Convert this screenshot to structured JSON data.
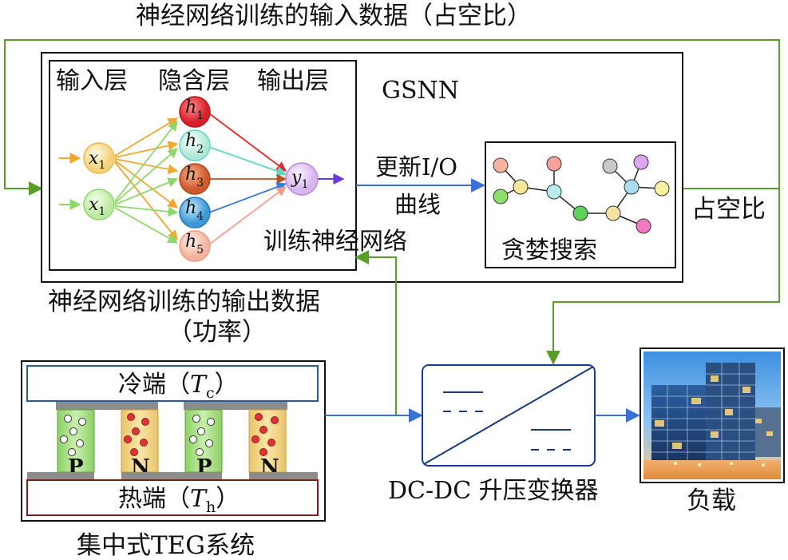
{
  "title_top": "神经网络训练的输入数据（占空比）",
  "gsnn": {
    "label": "GSNN",
    "layers": {
      "input": "输入层",
      "hidden": "隐含层",
      "output": "输出层"
    },
    "nodes": {
      "x": "x",
      "x_sub": "1",
      "h": "h",
      "h1": "1",
      "h2": "2",
      "h3": "3",
      "h4": "4",
      "h5": "5",
      "y": "y",
      "y_sub": "1"
    },
    "train_label": "训练神经网络",
    "update_line1": "更新I/O",
    "update_line2": "曲线",
    "greedy_label": "贪婪搜索"
  },
  "duty_label": "占空比",
  "output_data_line1": "神经网络训练的输出数据",
  "output_data_line2": "（功率）",
  "teg": {
    "cold_label": "冷端（",
    "cold_var": "T",
    "cold_sub": "c",
    "hot_label": "热端（",
    "hot_var": "T",
    "hot_sub": "h",
    "close_paren": "）",
    "p_label": "P",
    "n_label": "N",
    "caption": "集中式TEG系统"
  },
  "converter_label": "DC-DC 升压变换器",
  "load_label": "负载",
  "colors": {
    "green_line": "#5a9e2a",
    "blue_line": "#3a6fd8",
    "h1": "#e8303a",
    "h2": "#c9f3e6",
    "h3": "#d9673d",
    "h4": "#58b0e0",
    "h5": "#f8ccb9",
    "x": "#f9e5a6",
    "y": "#e8cff5",
    "p_leg": "#a9db86",
    "n_leg": "#f3d98c"
  }
}
